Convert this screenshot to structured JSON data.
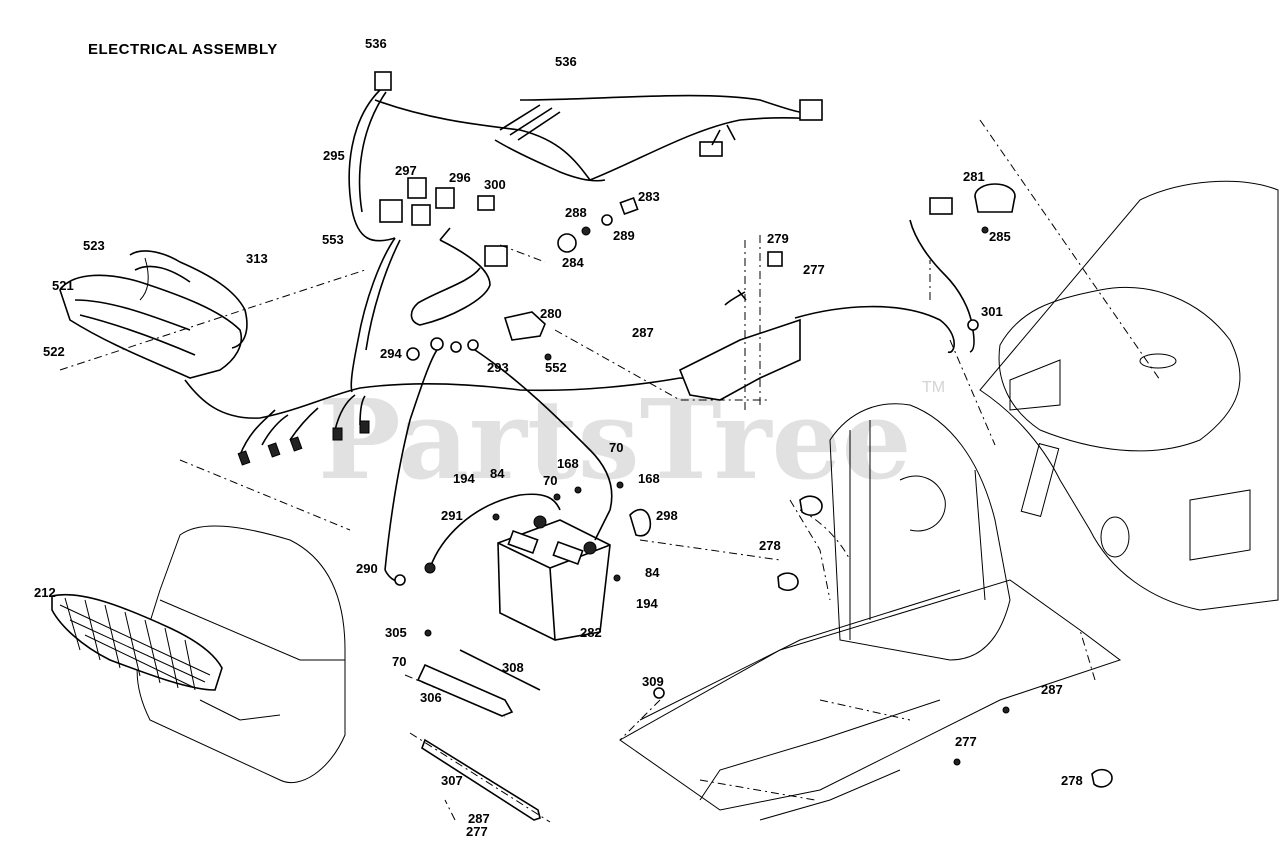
{
  "title": "ELECTRICAL ASSEMBLY",
  "watermark": "PartsTree",
  "watermark_tm": "TM",
  "labels": {
    "l536a": "536",
    "l536b": "536",
    "l295": "295",
    "l297": "297",
    "l296": "296",
    "l300": "300",
    "l283": "283",
    "l288": "288",
    "l289": "289",
    "l284": "284",
    "l281": "281",
    "l285": "285",
    "l553": "553",
    "l523": "523",
    "l313": "313",
    "l521": "521",
    "l522": "522",
    "l279": "279",
    "l277a": "277",
    "l280": "280",
    "l301": "301",
    "l287a": "287",
    "l294": "294",
    "l293": "293",
    "l552": "552",
    "l70a": "70",
    "l168a": "168",
    "l194a": "194",
    "l84a": "84",
    "l70b": "70",
    "l168b": "168",
    "l291": "291",
    "l298": "298",
    "l278a": "278",
    "l290": "290",
    "l84b": "84",
    "l194b": "194",
    "l212": "212",
    "l305": "305",
    "l70c": "70",
    "l282": "282",
    "l308": "308",
    "l306": "306",
    "l309": "309",
    "l287b": "287",
    "l277b": "277",
    "l278b": "278",
    "l307": "307",
    "l287c": "287",
    "l277c": "277"
  }
}
